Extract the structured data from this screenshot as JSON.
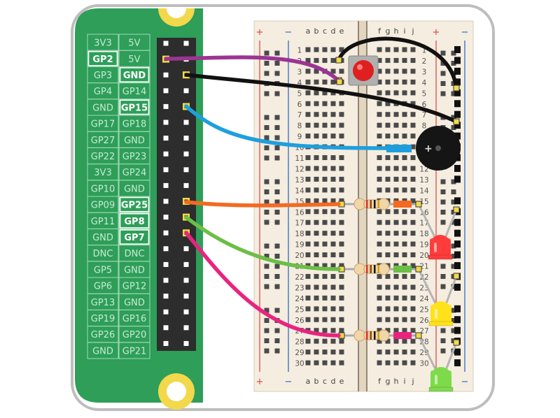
{
  "pi_header": {
    "pins": [
      [
        "3V3",
        "5V"
      ],
      [
        "GP2",
        "5V"
      ],
      [
        "GP3",
        "GND"
      ],
      [
        "GP4",
        "GP14"
      ],
      [
        "GND",
        "GP15"
      ],
      [
        "GP17",
        "GP18"
      ],
      [
        "GP27",
        "GND"
      ],
      [
        "GP22",
        "GP23"
      ],
      [
        "3V3",
        "GP24"
      ],
      [
        "GP10",
        "GND"
      ],
      [
        "GP09",
        "GP25"
      ],
      [
        "GP11",
        "GP8"
      ],
      [
        "GND",
        "GP7"
      ],
      [
        "DNC",
        "DNC"
      ],
      [
        "GP5",
        "GND"
      ],
      [
        "GP6",
        "GP12"
      ],
      [
        "GP13",
        "GND"
      ],
      [
        "GP19",
        "GP16"
      ],
      [
        "GP26",
        "GP20"
      ],
      [
        "GND",
        "GP21"
      ]
    ],
    "highlighted": [
      "GP2",
      "GND",
      "GP15",
      "GP25",
      "GP8",
      "GP7"
    ]
  },
  "breadboard": {
    "left_cols": [
      "a",
      "b",
      "c",
      "d",
      "e"
    ],
    "right_cols": [
      "f",
      "g",
      "h",
      "i",
      "j"
    ],
    "plus_sign": "+",
    "minus_sign": "−",
    "rows": [
      "1",
      "2",
      "3",
      "4",
      "5",
      "6",
      "7",
      "8",
      "9",
      "10",
      "11",
      "12",
      "13",
      "14",
      "15",
      "16",
      "17",
      "18",
      "19",
      "20",
      "21",
      "22",
      "23",
      "24",
      "25",
      "26",
      "27",
      "28",
      "29",
      "30"
    ]
  },
  "wire_colors": {
    "purple": "#9b3594",
    "black": "#111111",
    "blue": "#1e9fdd",
    "orange": "#f36a21",
    "green": "#6cbf45",
    "pink": "#e8247f"
  },
  "component_colors": {
    "button": "#e02020",
    "led_red": "#ff3b3b",
    "led_yellow": "#ffe21a",
    "led_green": "#7ddb4a",
    "board_green": "#2e9e59",
    "breadboard_bg": "#f5ede0"
  }
}
